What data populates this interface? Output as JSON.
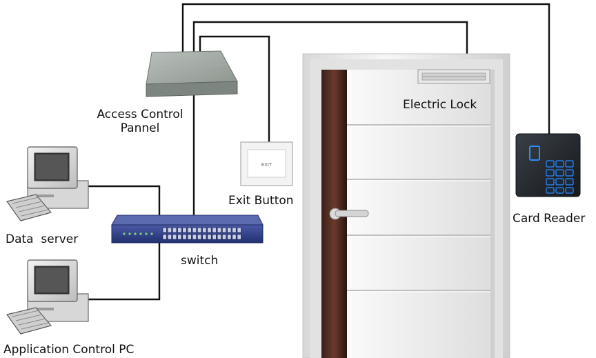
{
  "labels": {
    "access_control_line1": "Access Control",
    "access_control_line2": "Pannel",
    "exit_button": "Exit Button",
    "electric_lock": "Electric Lock",
    "card_reader": "Card Reader",
    "data_server": "Data  server",
    "switch": "switch",
    "application_pc": "Application Control PC"
  },
  "device_text": {
    "exit_plate": "EXIT"
  },
  "colors": {
    "wire": "#111111",
    "panel": "#8f9892",
    "switch_body": "#2f3f86",
    "door_frame": "#f4f4f4",
    "door_panel": "#e9e9e9",
    "door_edge": "#4a2a22",
    "card_reader": "#262b30",
    "keypad_glow": "#2f8cff"
  },
  "icons": [
    "computer-icon",
    "access-panel-icon",
    "network-switch-icon",
    "exit-button-icon",
    "electric-lock-icon",
    "card-reader-icon",
    "door-icon"
  ]
}
